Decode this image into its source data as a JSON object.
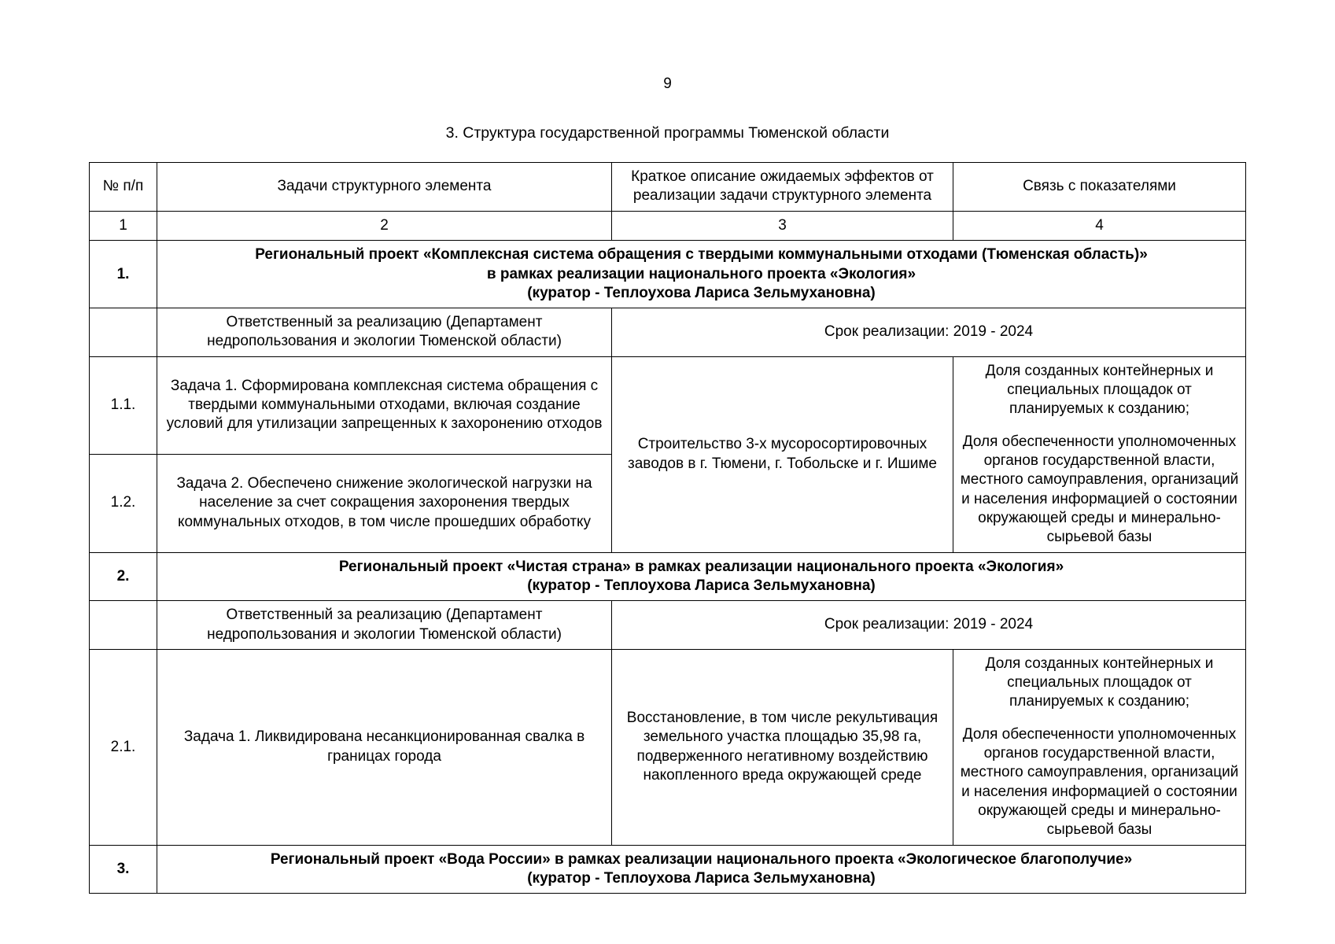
{
  "page": {
    "number": "9",
    "title": "3. Структура государственной программы Тюменской области"
  },
  "table": {
    "headers": [
      "№ п/п",
      "Задачи структурного элемента",
      "Краткое описание ожидаемых эффектов от реализации задачи структурного элемента",
      "Связь с показателями"
    ],
    "header_lines": {
      "col3_line1": "Краткое описание ожидаемых эффектов от",
      "col3_line2": "реализации задачи структурного элемента"
    },
    "column_numbers": [
      "1",
      "2",
      "3",
      "4"
    ],
    "sections": [
      {
        "num": "1.",
        "project_lines": [
          "Региональный проект «Комплексная система обращения с твердыми коммунальными отходами (Тюменская область)»",
          "в рамках реализации национального проекта «Экология»",
          "(куратор - Теплоухова Лариса Зельмухановна)"
        ],
        "responsible": {
          "label_line1": "Ответственный за реализацию (Департамент",
          "label_line2": "недропользования и экологии Тюменской области)",
          "term": "Срок реализации: 2019 - 2024"
        },
        "tasks": [
          {
            "num": "1.1.",
            "text": "Задача 1. Сформирована комплексная система обращения с твердыми коммунальными отходами, включая создание условий для утилизации запрещенных к захоронению отходов"
          },
          {
            "num": "1.2.",
            "text": "Задача 2. Обеспечено снижение экологической нагрузки на население за счет сокращения захоронения твердых коммунальных отходов, в том числе прошедших обработку"
          }
        ],
        "effect": "Строительство 3-х мусоросортировочных заводов в г. Тюмени, г. Тобольске и г. Ишиме",
        "indicators": [
          "Доля созданных контейнерных и специальных площадок от планируемых к созданию;",
          "Доля обеспеченности уполномоченных органов государственной власти, местного самоуправления, организаций и населения информацией о состоянии окружающей среды и  минерально-сырьевой базы"
        ]
      },
      {
        "num": "2.",
        "project_lines": [
          "Региональный проект «Чистая страна» в рамках реализации национального проекта «Экология»",
          "(куратор - Теплоухова Лариса Зельмухановна)"
        ],
        "responsible": {
          "label_line1": "Ответственный за реализацию (Департамент",
          "label_line2": "недропользования и экологии Тюменской области)",
          "term": "Срок реализации: 2019 - 2024"
        },
        "tasks": [
          {
            "num": "2.1.",
            "text": "Задача 1. Ликвидирована несанкционированная свалка в границах города"
          }
        ],
        "effect": "Восстановление, в том числе рекультивация земельного участка площадью 35,98 га, подверженного негативному воздействию накопленного вреда окружающей среде",
        "indicators": [
          "Доля созданных контейнерных и специальных площадок от планируемых к созданию;",
          "Доля обеспеченности уполномоченных органов государственной власти, местного самоуправления, организаций и населения информацией о состоянии окружающей среды и  минерально-сырьевой базы"
        ]
      },
      {
        "num": "3.",
        "project_lines": [
          "Региональный проект «Вода России» в рамках реализации национального проекта «Экологическое благополучие»",
          "(куратор - Теплоухова Лариса Зельмухановна)"
        ]
      }
    ]
  }
}
